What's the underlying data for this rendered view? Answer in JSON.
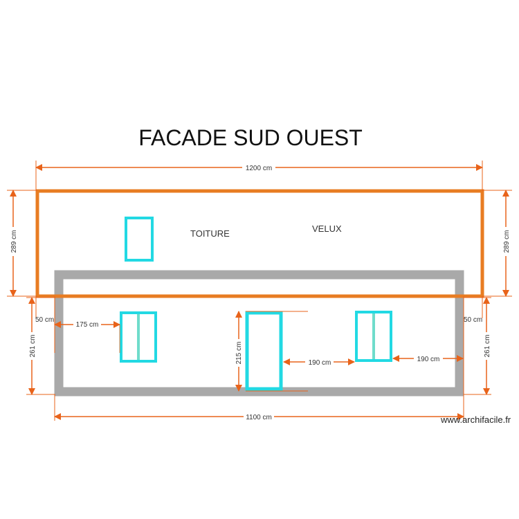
{
  "title": "FACADE SUD OUEST",
  "labels": {
    "roof": "TOITURE",
    "skylight": "VELUX"
  },
  "dimensions": {
    "roof_width": "1200 cm",
    "roof_height_left": "289 cm",
    "roof_height_right": "289 cm",
    "wall_height_left": "261 cm",
    "wall_height_right": "261 cm",
    "offset_left": "50 cm",
    "offset_right": "50 cm",
    "window_left_offset": "175 cm",
    "door_height": "215 cm",
    "door_to_window": "190 cm",
    "window_right_offset": "190 cm",
    "wall_width": "1100 cm"
  },
  "watermark": "www.archifacile.fr",
  "colors": {
    "roof_outline": "#E87C22",
    "dimension_line": "#E8631A",
    "wall": "#A9A9A9",
    "opening": "#22D9E3",
    "mullion": "#6FDCCB"
  }
}
